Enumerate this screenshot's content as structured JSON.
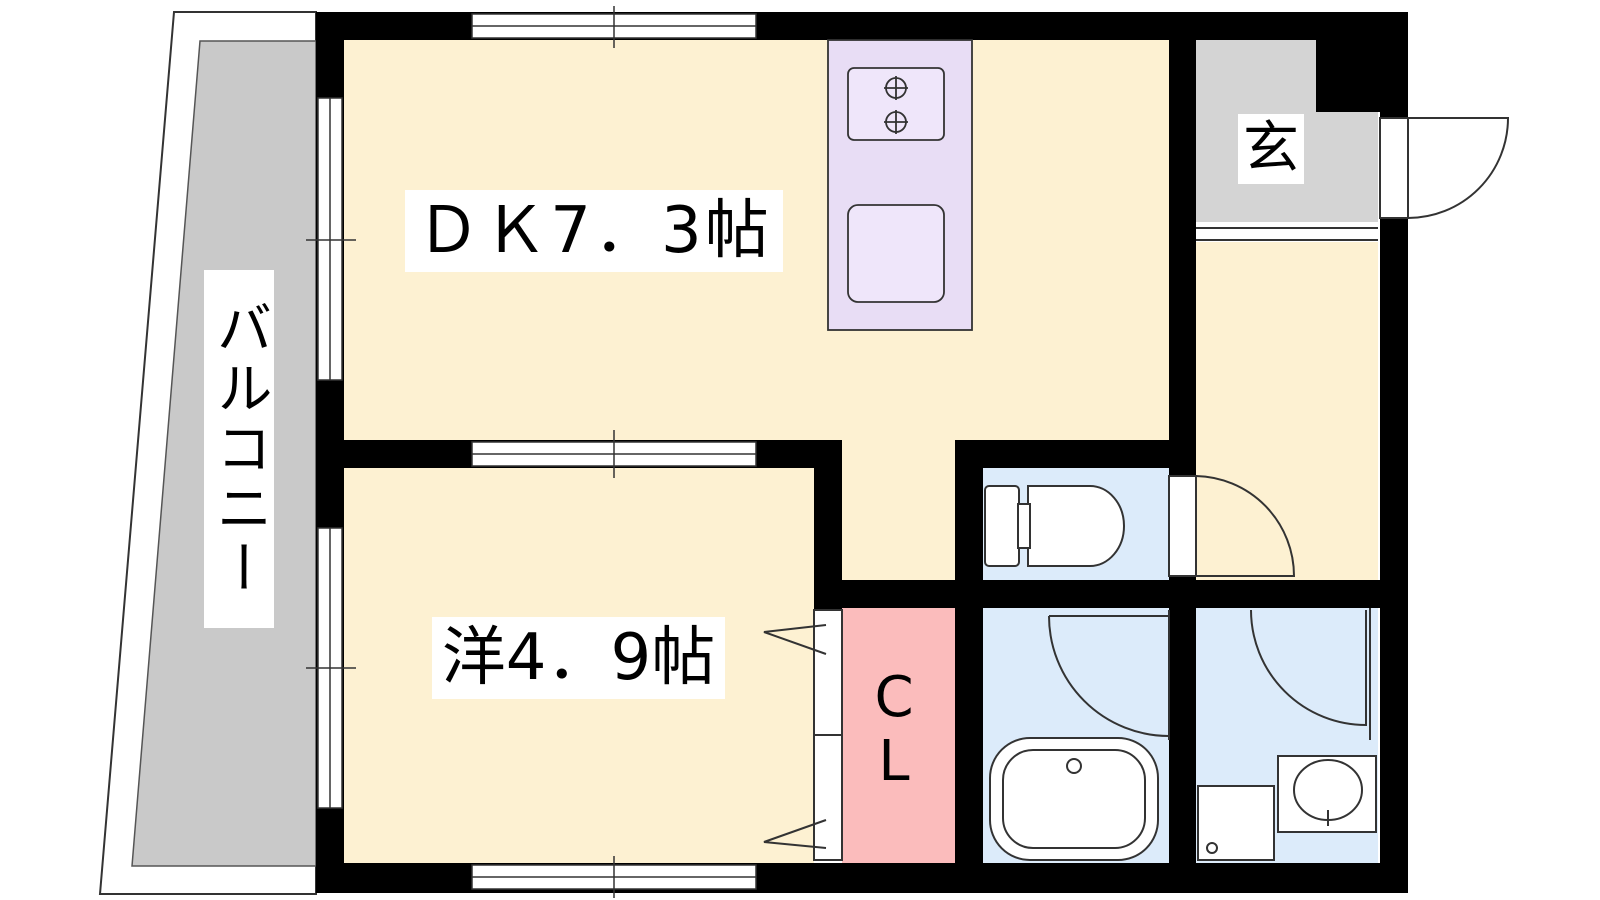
{
  "rooms": {
    "dk": {
      "label": "ＤＫ7．3帖"
    },
    "western": {
      "label": "洋4．9帖"
    },
    "entrance": {
      "label": "玄"
    },
    "balcony": {
      "label": "バルコニー"
    },
    "closet": {
      "label_line1": "C",
      "label_line2": "L"
    }
  },
  "colors": {
    "wall": "#000000",
    "room_floor": "#fdf1d2",
    "kitchen_counter": "#e8ddf5",
    "entrance_floor": "#d4d4d4",
    "balcony_floor": "#c9c9c9",
    "wet_area": "#dcebfa",
    "closet": "#fbbcbc"
  }
}
